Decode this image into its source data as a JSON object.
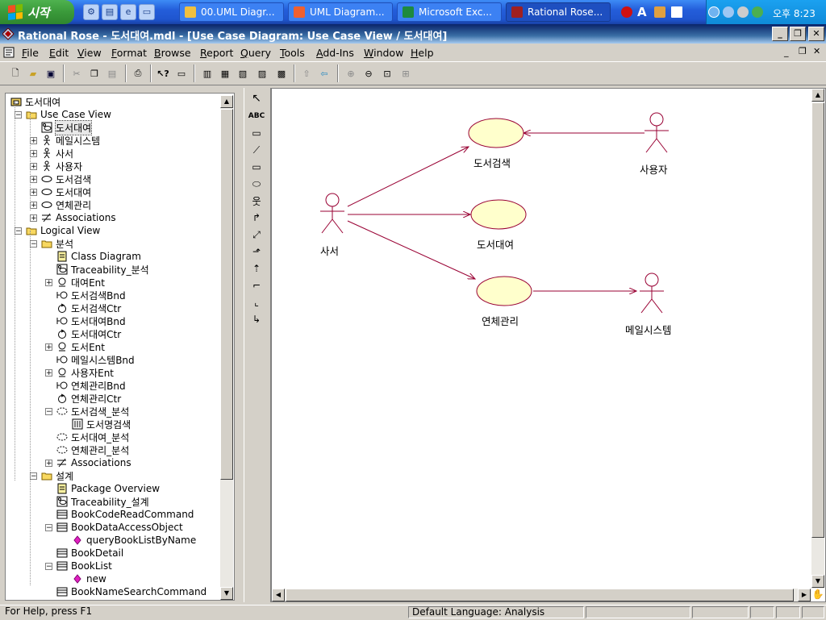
{
  "taskbar": {
    "start_label": "시작",
    "tasks": [
      {
        "label": "00.UML Diagr...",
        "color": "#f0c040"
      },
      {
        "label": "UML Diagram...",
        "color": "#f06030"
      },
      {
        "label": "Microsoft Exc...",
        "color": "#1e8a3e"
      },
      {
        "label": "Rational Rose...",
        "color": "#a02020"
      }
    ],
    "clock": "오후 8:23",
    "ime_label": "A"
  },
  "window": {
    "title": "Rational Rose - 도서대여.mdl - [Use Case Diagram: Use Case View / 도서대여]"
  },
  "menu": [
    "File",
    "Edit",
    "View",
    "Format",
    "Browse",
    "Report",
    "Query",
    "Tools",
    "Add-Ins",
    "Window",
    "Help"
  ],
  "tree": [
    {
      "label": "도서대여",
      "level": 0,
      "icon": "model"
    },
    {
      "label": "Use Case View",
      "level": 1,
      "icon": "folder",
      "expander": "-"
    },
    {
      "label": "도서대여",
      "level": 2,
      "icon": "usecase-diagram",
      "selected": true
    },
    {
      "label": "메일시스템",
      "level": 2,
      "icon": "actor",
      "expander": "+"
    },
    {
      "label": "사서",
      "level": 2,
      "icon": "actor",
      "expander": "+"
    },
    {
      "label": "사용자",
      "level": 2,
      "icon": "actor",
      "expander": "+"
    },
    {
      "label": "도서검색",
      "level": 2,
      "icon": "usecase",
      "expander": "+"
    },
    {
      "label": "도서대여",
      "level": 2,
      "icon": "usecase",
      "expander": "+"
    },
    {
      "label": "연체관리",
      "level": 2,
      "icon": "usecase",
      "expander": "+"
    },
    {
      "label": "Associations",
      "level": 2,
      "icon": "association",
      "expander": "+"
    },
    {
      "label": "Logical View",
      "level": 1,
      "icon": "folder",
      "expander": "-"
    },
    {
      "label": "분석",
      "level": 2,
      "icon": "folder",
      "expander": "-"
    },
    {
      "label": "Class Diagram",
      "level": 3,
      "icon": "class-diagram"
    },
    {
      "label": "Traceability_분석",
      "level": 3,
      "icon": "usecase-diagram"
    },
    {
      "label": "대여Ent",
      "level": 3,
      "icon": "entity",
      "expander": "+"
    },
    {
      "label": "도서검색Bnd",
      "level": 3,
      "icon": "boundary"
    },
    {
      "label": "도서검색Ctr",
      "level": 3,
      "icon": "control"
    },
    {
      "label": "도서대여Bnd",
      "level": 3,
      "icon": "boundary"
    },
    {
      "label": "도서대여Ctr",
      "level": 3,
      "icon": "control"
    },
    {
      "label": "도서Ent",
      "level": 3,
      "icon": "entity",
      "expander": "+"
    },
    {
      "label": "메일시스템Bnd",
      "level": 3,
      "icon": "boundary"
    },
    {
      "label": "사용자Ent",
      "level": 3,
      "icon": "entity",
      "expander": "+"
    },
    {
      "label": "연체관리Bnd",
      "level": 3,
      "icon": "boundary"
    },
    {
      "label": "연체관리Ctr",
      "level": 3,
      "icon": "control"
    },
    {
      "label": "도서검색_분석",
      "level": 3,
      "icon": "collaboration",
      "expander": "-"
    },
    {
      "label": "도서명검색",
      "level": 4,
      "icon": "sequence-diagram"
    },
    {
      "label": "도서대여_분석",
      "level": 3,
      "icon": "collaboration"
    },
    {
      "label": "연체관리_분석",
      "level": 3,
      "icon": "collaboration"
    },
    {
      "label": "Associations",
      "level": 3,
      "icon": "association",
      "expander": "+"
    },
    {
      "label": "설계",
      "level": 2,
      "icon": "folder",
      "expander": "-"
    },
    {
      "label": "Package Overview",
      "level": 3,
      "icon": "class-diagram"
    },
    {
      "label": "Traceability_설계",
      "level": 3,
      "icon": "usecase-diagram"
    },
    {
      "label": "BookCodeReadCommand",
      "level": 3,
      "icon": "class"
    },
    {
      "label": "BookDataAccessObject",
      "level": 3,
      "icon": "class",
      "expander": "-"
    },
    {
      "label": "queryBookListByName",
      "level": 4,
      "icon": "operation"
    },
    {
      "label": "BookDetail",
      "level": 3,
      "icon": "class"
    },
    {
      "label": "BookList",
      "level": 3,
      "icon": "class",
      "expander": "-"
    },
    {
      "label": "new",
      "level": 4,
      "icon": "operation"
    },
    {
      "label": "BookNameSearchCommand",
      "level": 3,
      "icon": "class"
    }
  ],
  "diagram": {
    "actors": [
      {
        "id": "librarian",
        "label": "사서"
      },
      {
        "id": "user",
        "label": "사용자"
      },
      {
        "id": "mail",
        "label": "메일시스템"
      }
    ],
    "usecases": [
      {
        "id": "search",
        "label": "도서검색"
      },
      {
        "id": "rent",
        "label": "도서대여"
      },
      {
        "id": "overdue",
        "label": "연체관리"
      }
    ],
    "colors": {
      "usecase_fill": "#ffffcc",
      "line": "#990033"
    }
  },
  "status": {
    "help": "For Help, press F1",
    "language": "Default Language: Analysis"
  }
}
